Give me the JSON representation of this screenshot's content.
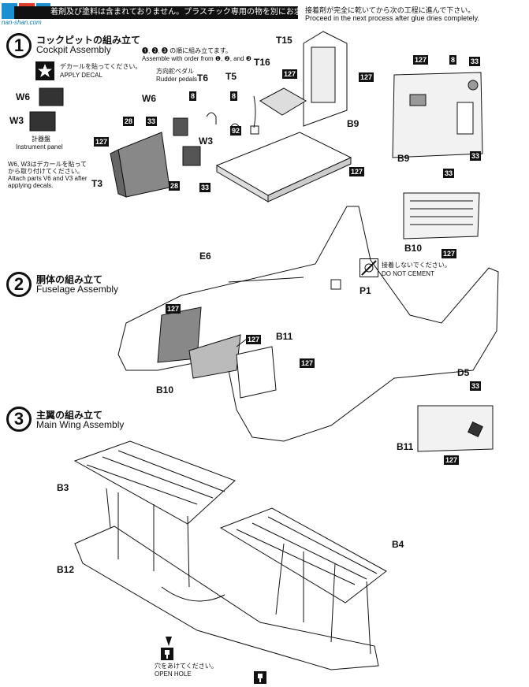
{
  "header": {
    "warning_jp": "着剤及び塗料は含まれておりません。プラスチック専用の物を別にお求め下さい。",
    "logo_text": "nan-shan.com",
    "note_jp": "接着剤が完全に乾いてから次の工程に進んで下さい。",
    "note_en": "Proceed in the next process after glue dries completely."
  },
  "step1": {
    "number": "1",
    "title_jp": "コックピットの組み立て",
    "title_en": "Cockpit Assembly",
    "decal_jp": "デカールを貼ってください。",
    "decal_en": "APPLY DECAL",
    "order_jp": "❶, ❷, ❸ の順に組み立てます。",
    "order_en": "Assemble with order from ❶, ❷, and ❸",
    "rudder_jp": "方向舵ペダル",
    "rudder_en": "Rudder pedals",
    "panel_jp": "計器盤",
    "panel_en": "Instrument panel",
    "attach_jp1": "W6, W3はデカールを貼って",
    "attach_jp2": "から取り付けてください。",
    "attach_en1": "Attach parts V6 and V3 after",
    "attach_en2": "applying decals.",
    "parts": {
      "w6": "W6",
      "w3": "W3",
      "t3": "T3",
      "t6": "T6",
      "t5": "T5",
      "t15": "T15",
      "t16": "T16",
      "b9": "B9",
      "b9b": "B9",
      "w6b": "W6",
      "w3b": "W3"
    },
    "tags": [
      "127",
      "127",
      "127",
      "127",
      "127",
      "127",
      "8",
      "8",
      "8",
      "33",
      "33",
      "33",
      "33",
      "28",
      "28",
      "92"
    ]
  },
  "step2": {
    "number": "2",
    "title_jp": "胴体の組み立て",
    "title_en": "Fuselage Assembly",
    "cement_jp": "接着しないでください。",
    "cement_en": "DO NOT CEMENT",
    "parts": {
      "e6": "E6",
      "p1": "P1",
      "b10": "B10",
      "b10b": "B10",
      "b11": "B11",
      "d5": "D5"
    }
  },
  "step3": {
    "number": "3",
    "title_jp": "主翼の組み立て",
    "title_en": "Main Wing Assembly",
    "hole_jp": "穴をあけてください。",
    "hole_en": "OPEN HOLE",
    "parts": {
      "b3": "B3",
      "b4": "B4",
      "b12": "B12",
      "b11b": "B11"
    }
  },
  "colors": {
    "ink": "#111111",
    "shade": "#9a9a9a",
    "logo": "#0a7fbf"
  }
}
